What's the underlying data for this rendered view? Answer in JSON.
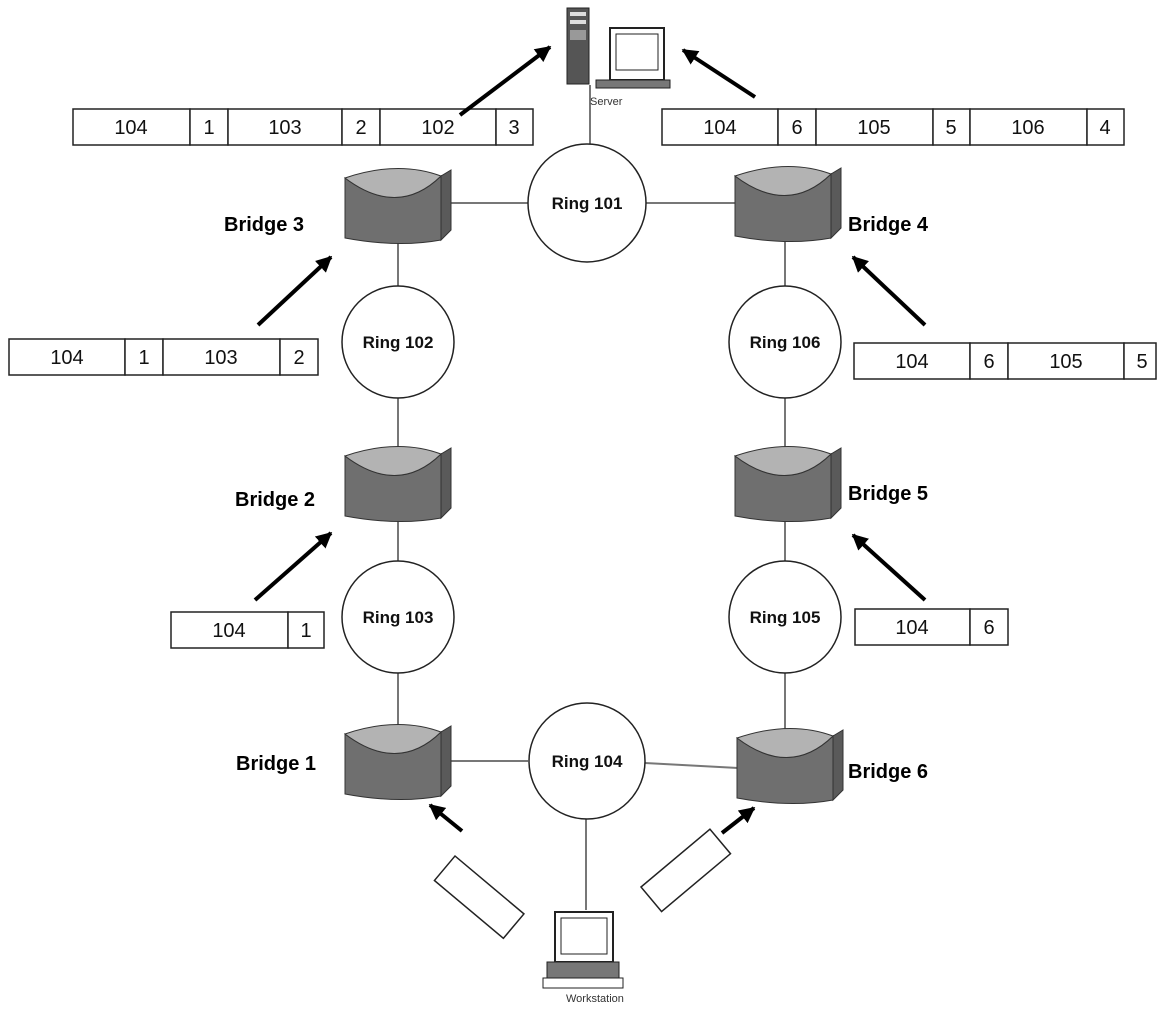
{
  "colors": {
    "bridge_face": "#6f6f6f",
    "bridge_top": "#b3b3b3",
    "bridge_side": "#5a5a5a",
    "line": "#777777",
    "arrow": "#000000"
  },
  "server": {
    "label": "Server",
    "icon": "server-computer-icon"
  },
  "workstation": {
    "label": "Workstation",
    "icon": "workstation-computer-icon"
  },
  "rings": [
    {
      "id": "ring-101",
      "label": "Ring 101"
    },
    {
      "id": "ring-102",
      "label": "Ring 102"
    },
    {
      "id": "ring-103",
      "label": "Ring 103"
    },
    {
      "id": "ring-104",
      "label": "Ring 104"
    },
    {
      "id": "ring-105",
      "label": "Ring 105"
    },
    {
      "id": "ring-106",
      "label": "Ring 106"
    }
  ],
  "bridges": [
    {
      "id": "bridge-1",
      "label": "Bridge 1"
    },
    {
      "id": "bridge-2",
      "label": "Bridge 2"
    },
    {
      "id": "bridge-3",
      "label": "Bridge 3"
    },
    {
      "id": "bridge-4",
      "label": "Bridge 4"
    },
    {
      "id": "bridge-5",
      "label": "Bridge 5"
    },
    {
      "id": "bridge-6",
      "label": "Bridge 6"
    }
  ],
  "route_frames": {
    "left_top": [
      "104",
      "1",
      "103",
      "2",
      "102",
      "3"
    ],
    "right_top": [
      "104",
      "6",
      "105",
      "5",
      "106",
      "4"
    ],
    "left_mid": [
      "104",
      "1",
      "103",
      "2"
    ],
    "right_mid": [
      "104",
      "6",
      "105",
      "5"
    ],
    "left_low": [
      "104",
      "1"
    ],
    "right_low": [
      "104",
      "6"
    ]
  }
}
